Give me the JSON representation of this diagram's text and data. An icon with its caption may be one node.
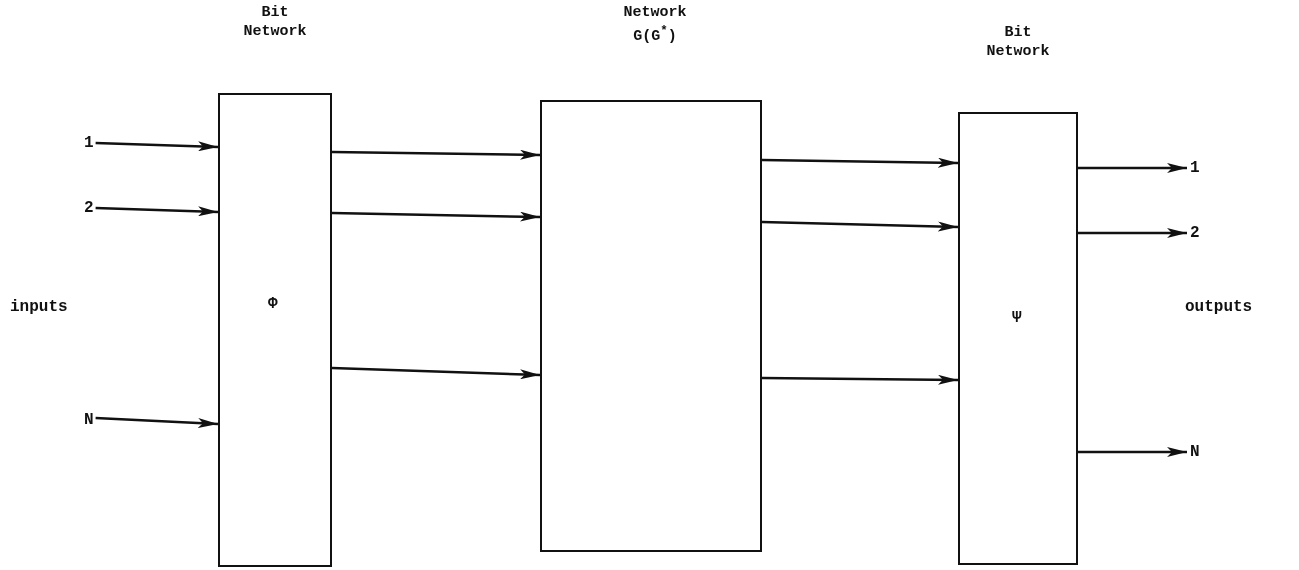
{
  "diagram": {
    "nodes": [
      {
        "text": [
          "Bit Network",
          "Φ"
        ]
      },
      {
        "text": [
          "Network G(G$^{*}$)"
        ]
      },
      {
        "text": [
          "Bit Network",
          "Ψ"
        ]
      },
      {
        "text": [
          "1"
        ]
      },
      {
        "text": [
          "2"
        ]
      },
      {
        "text": [
          "N"
        ]
      },
      {
        "text": [
          "1"
        ]
      },
      {
        "text": [
          "2"
        ]
      },
      {
        "text": [
          "N"
        ]
      }
    ],
    "edges": [
      {
        "from": 3,
        "to": 0,
        "arrow": "to"
      },
      {
        "from": 4,
        "to": 0,
        "arrow": "to"
      },
      {
        "from": 5,
        "to": 0,
        "arrow": "to"
      },
      {
        "from": 0,
        "to": 1,
        "arrow": "to"
      },
      {
        "from": 0,
        "to": 1,
        "arrow": "to"
      },
      {
        "from": 0,
        "to": 1,
        "arrow": "to"
      },
      {
        "from": 1,
        "to": 2,
        "arrow": "to"
      },
      {
        "from": 1,
        "to": 2,
        "arrow": "to"
      },
      {
        "from": 1,
        "to": 2,
        "arrow": "to"
      },
      {
        "from": 2,
        "to": 6,
        "arrow": "to"
      },
      {
        "from": 2,
        "to": 7,
        "arrow": "to"
      },
      {
        "from": 2,
        "to": 8,
        "arrow": "to"
      }
    ],
    "labels": [
      "inputs",
      "outputs"
    ]
  }
}
